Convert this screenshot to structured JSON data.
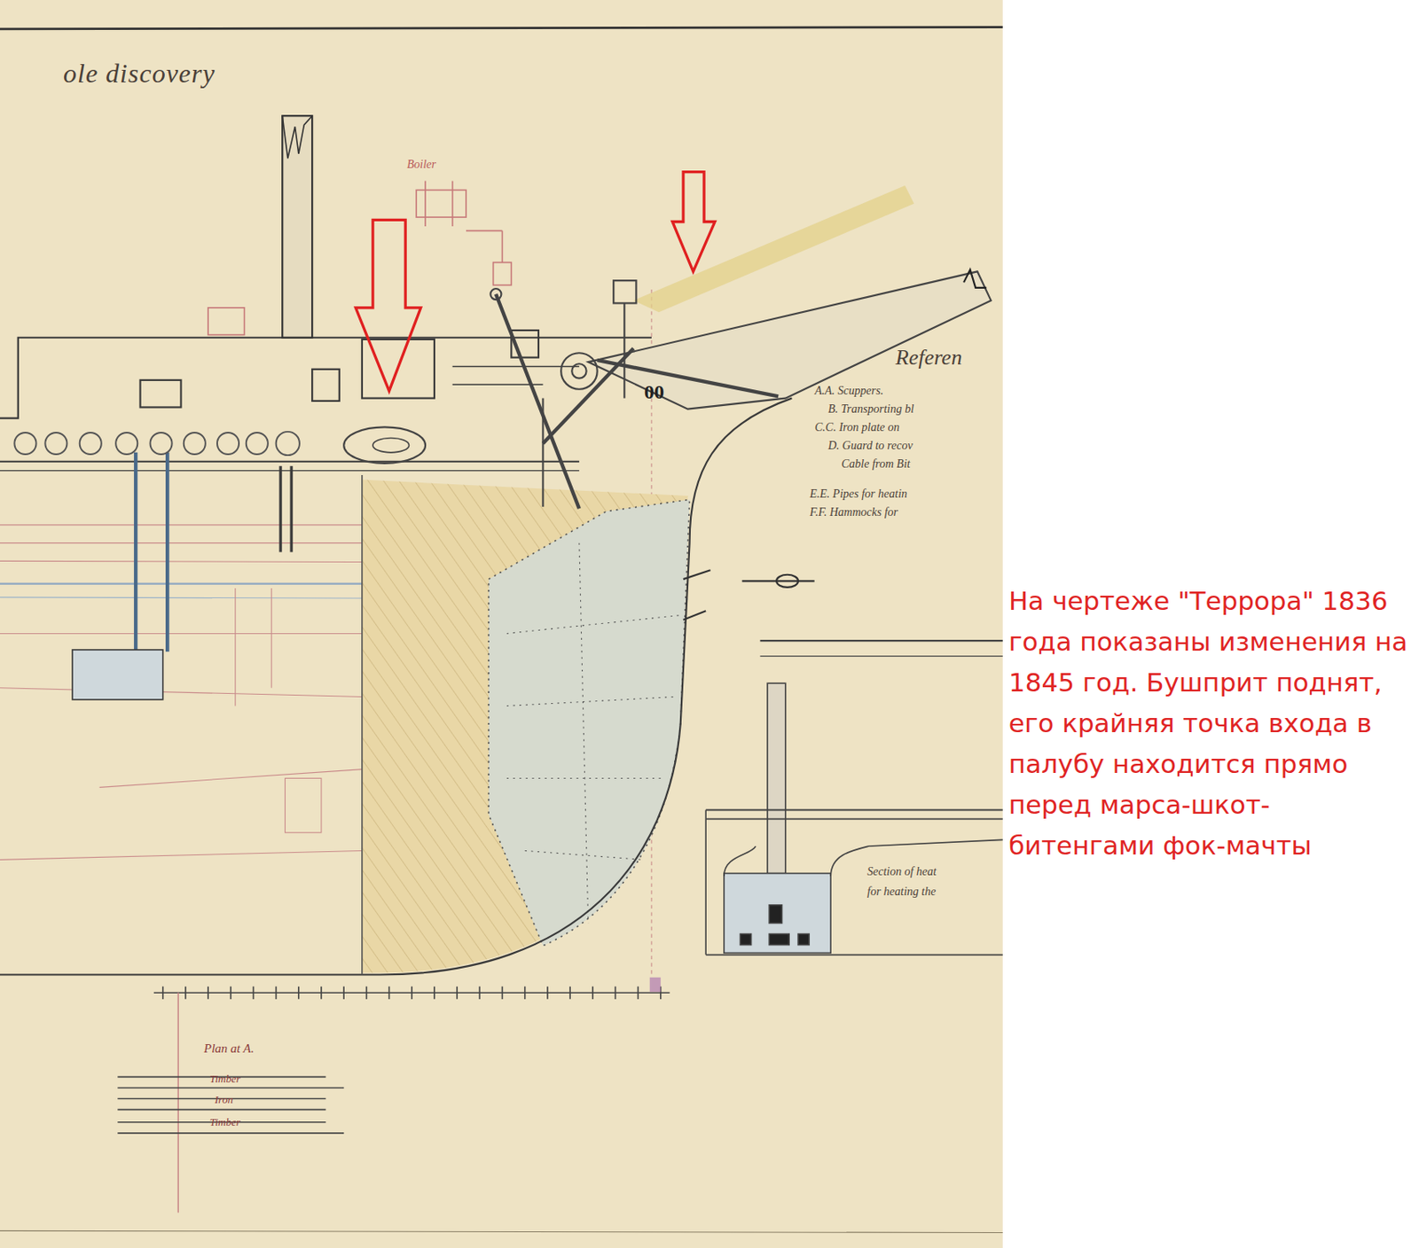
{
  "diagram": {
    "title": "ole discovery",
    "labels": [
      "Referen",
      "A.A. Scuppers.",
      "B. Transporting bl",
      "C.C. Iron plate on",
      "D. Guard to recov",
      "Cable from Bit",
      "E.E. Pipes for heatin",
      "F.F. Hammocks for",
      "00",
      "Boiler",
      "Plan at A.",
      "Timber",
      "Iron",
      "Timber",
      "Section of heat",
      "for heating the",
      "На чертеже \"Террора\" 1836 года показаны изменения на 1845 год. Бушприт поднят, его крайняя точка входа в палубу находится прямо перед марса-шкот-битенгами фок-мачты"
    ]
  }
}
